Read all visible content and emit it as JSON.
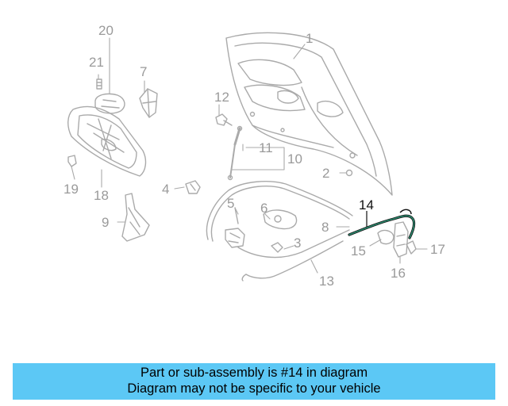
{
  "diagram": {
    "callouts": {
      "c1": "1",
      "c2": "2",
      "c3": "3",
      "c4": "4",
      "c5": "5",
      "c6": "6",
      "c7": "7",
      "c8": "8",
      "c9": "9",
      "c10": "10",
      "c11": "11",
      "c12": "12",
      "c13": "13",
      "c14": "14",
      "c15": "15",
      "c16": "16",
      "c17": "17",
      "c18": "18",
      "c19": "19",
      "c20": "20",
      "c21": "21"
    },
    "highlighted_part": "14",
    "colors": {
      "part_line": "#aaaaaa",
      "highlight_part": "#2b8a6e",
      "banner": "#5cc8f5"
    }
  },
  "banner": {
    "line1": "Part or sub-assembly is #14 in diagram",
    "line2": "Diagram may not be specific to your vehicle"
  }
}
